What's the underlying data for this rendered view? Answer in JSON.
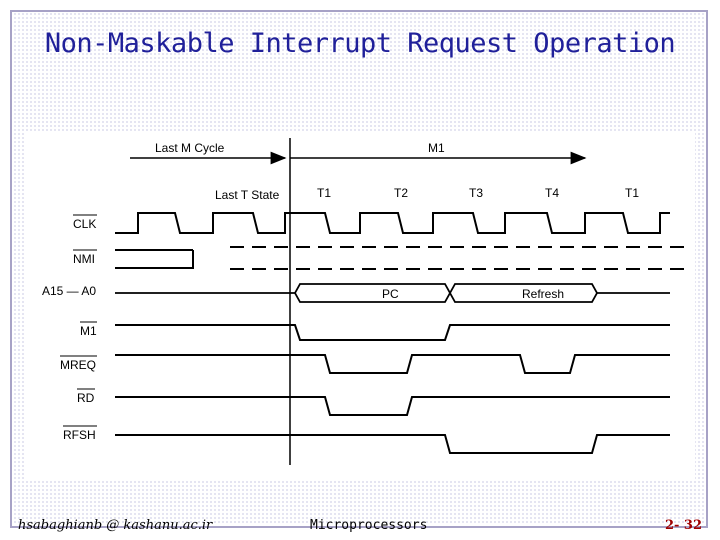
{
  "slide": {
    "title": "Non-Maskable Interrupt Request Operation",
    "footer_left": "hsabaghianb @ kashanu.ac.ir",
    "footer_center": "Microprocessors",
    "footer_right": "2- 32"
  },
  "diagram": {
    "phase_labels": [
      "Last M Cycle",
      "M1"
    ],
    "states": [
      "Last T State",
      "T1",
      "T2",
      "T3",
      "T4",
      "T1"
    ],
    "signals": [
      "CLK",
      "NMI",
      "A15 — A0",
      "M1",
      "MREQ",
      "RD",
      "RFSH"
    ],
    "bus_labels": [
      "PC",
      "Refresh"
    ]
  }
}
